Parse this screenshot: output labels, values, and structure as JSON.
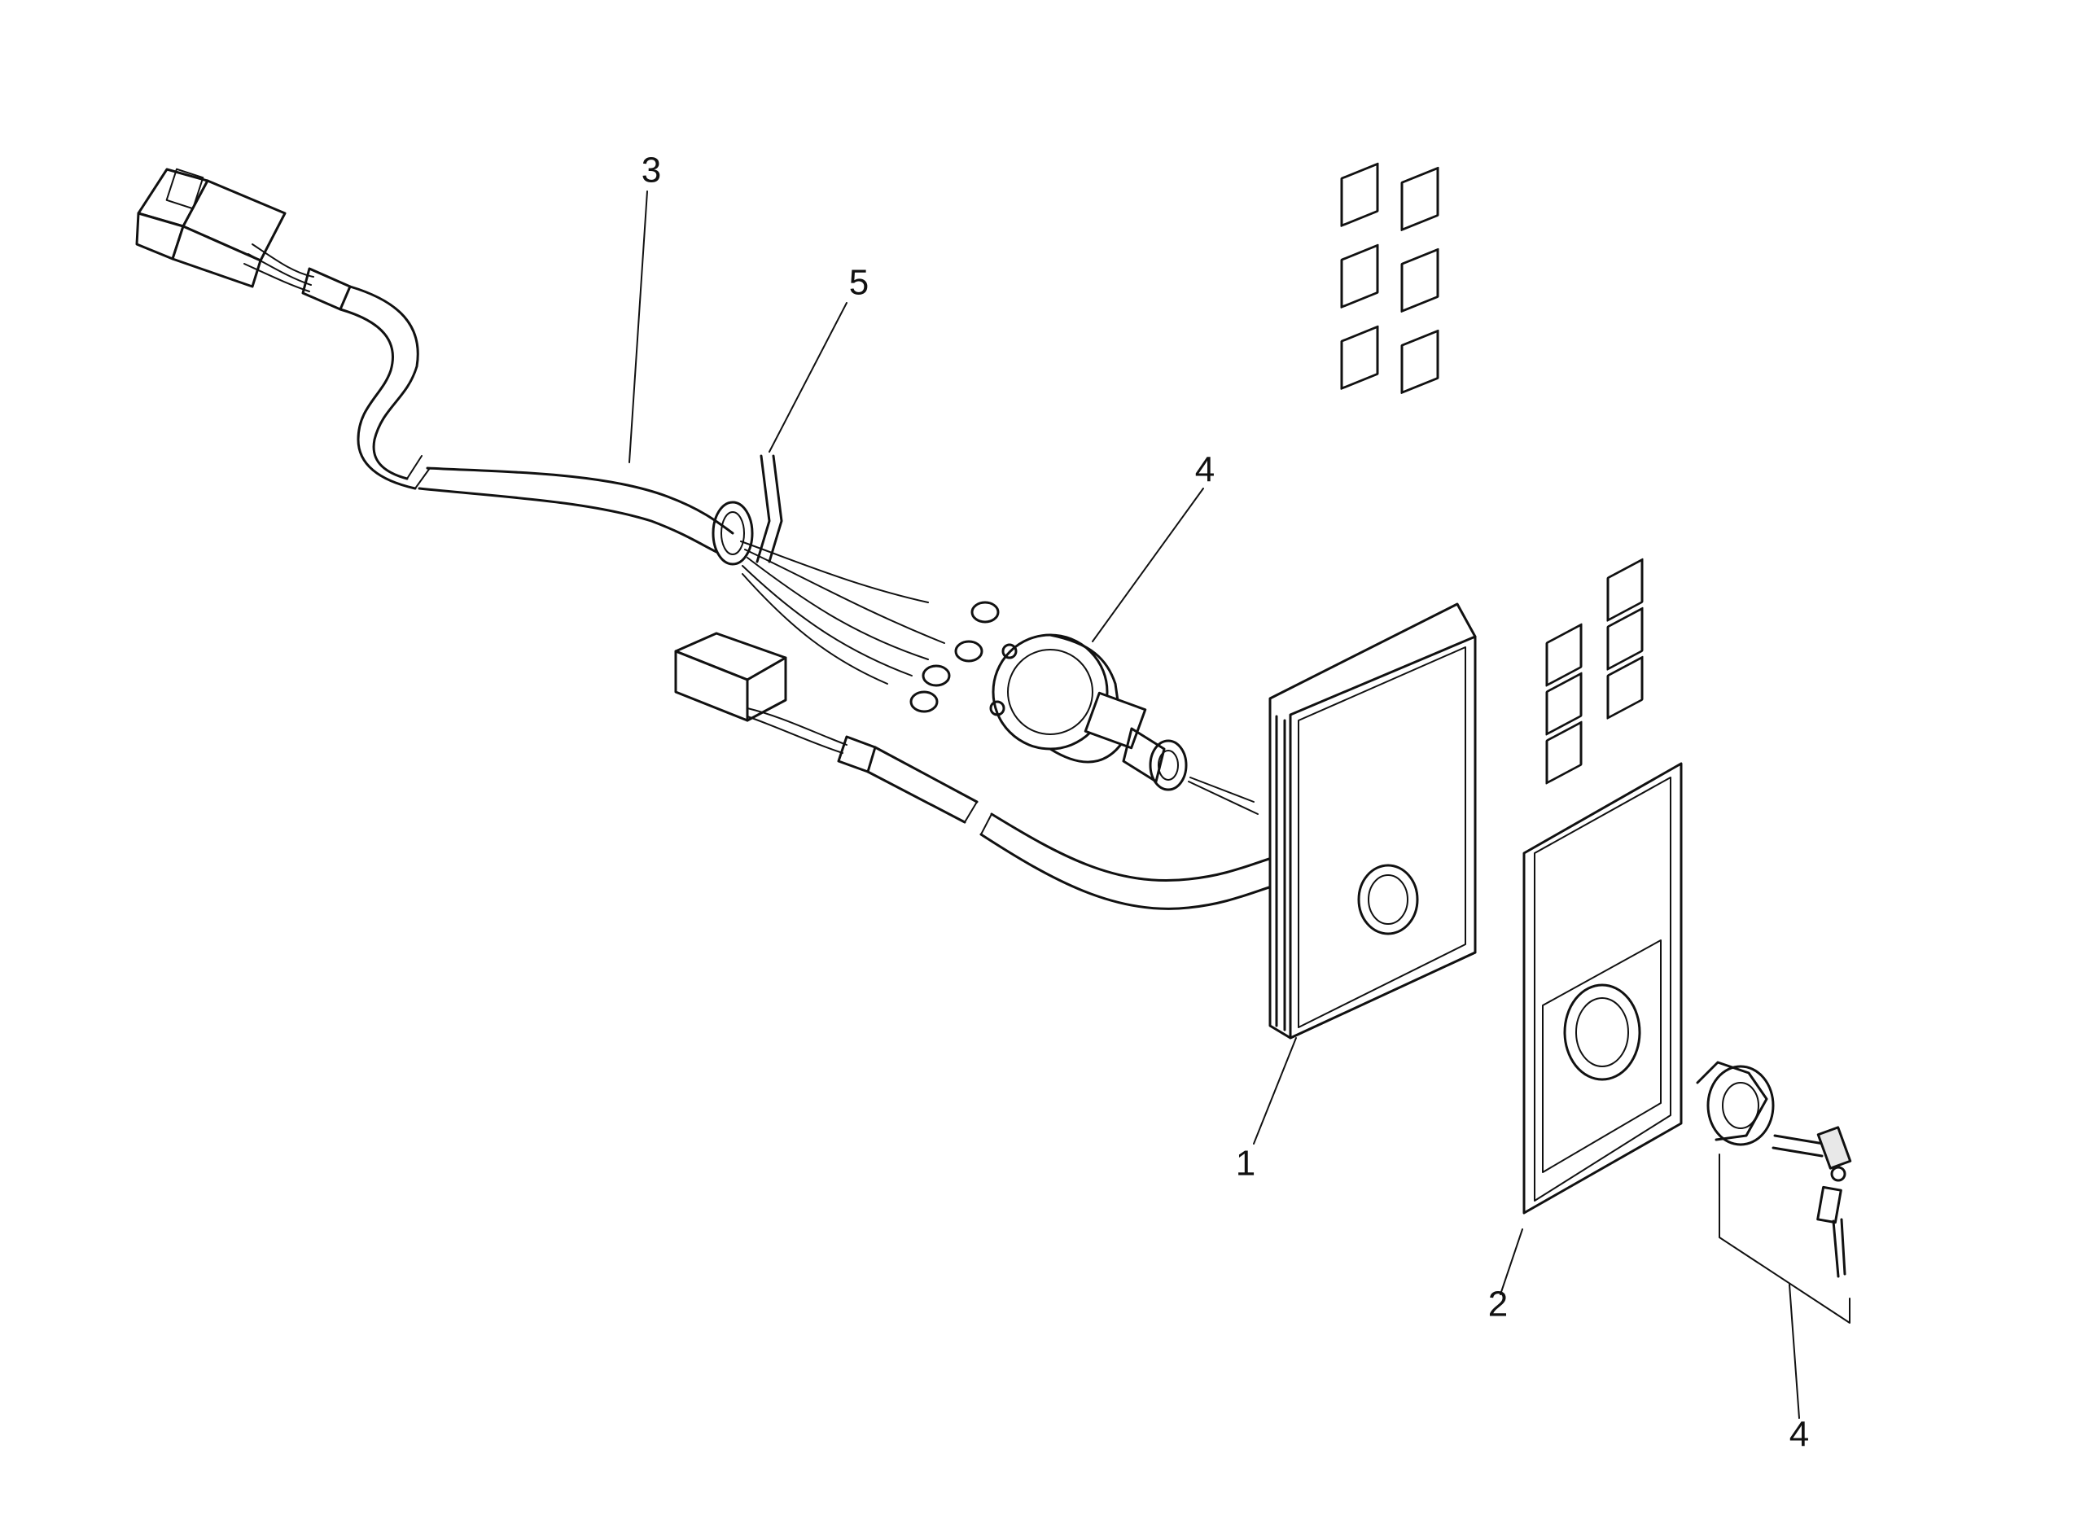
{
  "callouts": {
    "part1": "1",
    "part2": "2",
    "part3": "3",
    "part4_top": "4",
    "part4_bottom": "4",
    "part5": "5"
  },
  "colors": {
    "ink": "#111111",
    "paper": "#ffffff"
  },
  "icons": [
    "connector-icon",
    "key-icon",
    "nut-icon",
    "switch-icon"
  ]
}
